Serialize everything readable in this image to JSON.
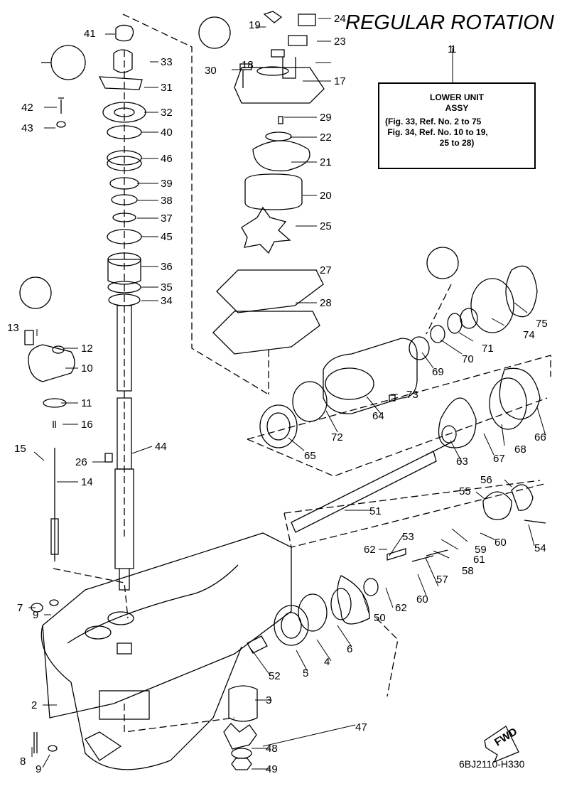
{
  "title": "REGULAR ROTATION",
  "assembly": {
    "ref": "1",
    "name_line1": "LOWER UNIT",
    "name_line2": "ASSY",
    "refs_line1": "(Fig. 33, Ref. No. 2 to 75",
    "refs_line2": " Fig. 34, Ref. No. 10 to 19,",
    "refs_line3": "                       25 to 28)"
  },
  "footer_code": "6BJ2110-H330",
  "fwd_label": "FWD",
  "callouts": [
    "41",
    "33",
    "31",
    "32",
    "40",
    "46",
    "39",
    "38",
    "37",
    "45",
    "36",
    "35",
    "34",
    "42",
    "43",
    "13",
    "12",
    "10",
    "11",
    "16",
    "15",
    "14",
    "26",
    "44",
    "7",
    "9",
    "2",
    "8",
    "9",
    "19",
    "24",
    "23",
    "30",
    "18",
    "17",
    "29",
    "22",
    "21",
    "20",
    "25",
    "27",
    "28",
    "1",
    "75",
    "74",
    "71",
    "70",
    "69",
    "73",
    "64",
    "72",
    "65",
    "68",
    "66",
    "67",
    "63",
    "51",
    "56",
    "55",
    "60",
    "54",
    "53",
    "62",
    "59",
    "61",
    "58",
    "57",
    "62",
    "60",
    "50",
    "6",
    "4",
    "5",
    "52",
    "3",
    "47",
    "48",
    "49"
  ]
}
